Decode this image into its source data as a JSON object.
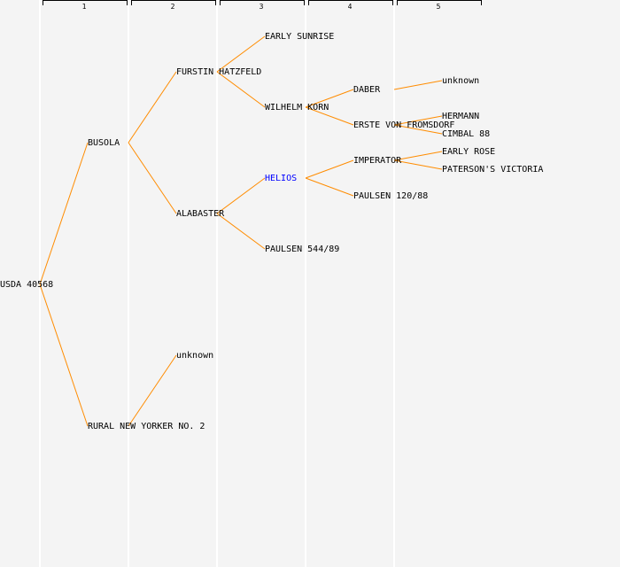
{
  "columns": [
    "1",
    "2",
    "3",
    "4",
    "5"
  ],
  "colors": {
    "line": "#ff8c00",
    "highlight": "#0000ff",
    "text": "#000000"
  },
  "nodes": [
    {
      "id": "n0",
      "label": "USDA 40568",
      "level": 0,
      "row": 322,
      "parent": null
    },
    {
      "id": "n1",
      "label": "BUSOLA",
      "level": 1,
      "row": 162,
      "parent": "n0"
    },
    {
      "id": "n2",
      "label": "RURAL NEW YORKER NO. 2",
      "level": 1,
      "row": 482,
      "parent": "n0"
    },
    {
      "id": "n3",
      "label": "FURSTIN HATZFELD",
      "level": 2,
      "row": 82,
      "parent": "n1"
    },
    {
      "id": "n4",
      "label": "ALABASTER",
      "level": 2,
      "row": 242,
      "parent": "n1"
    },
    {
      "id": "n5",
      "label": "unknown",
      "level": 2,
      "row": 402,
      "parent": "n2"
    },
    {
      "id": "n6",
      "label": "EARLY SUNRISE",
      "level": 3,
      "row": 42,
      "parent": "n3"
    },
    {
      "id": "n7",
      "label": "WILHELM KORN",
      "level": 3,
      "row": 122,
      "parent": "n3"
    },
    {
      "id": "n8",
      "label": "HELIOS",
      "level": 3,
      "row": 202,
      "parent": "n4",
      "highlight": true
    },
    {
      "id": "n9",
      "label": "PAULSEN 544/89",
      "level": 3,
      "row": 282,
      "parent": "n4"
    },
    {
      "id": "n10",
      "label": "DABER",
      "level": 4,
      "row": 102,
      "parent": "n7"
    },
    {
      "id": "n11",
      "label": "ERSTE VON FROMSDORF",
      "level": 4,
      "row": 142,
      "parent": "n7"
    },
    {
      "id": "n12",
      "label": "IMPERATOR",
      "level": 4,
      "row": 182,
      "parent": "n8"
    },
    {
      "id": "n13",
      "label": "PAULSEN 120/88",
      "level": 4,
      "row": 222,
      "parent": "n8"
    },
    {
      "id": "n14",
      "label": "unknown",
      "level": 5,
      "row": 92,
      "parent": "n10"
    },
    {
      "id": "n15",
      "label": "HERMANN",
      "level": 5,
      "row": 132,
      "parent": "n11"
    },
    {
      "id": "n16",
      "label": "CIMBAL 88",
      "level": 5,
      "row": 152,
      "parent": "n11"
    },
    {
      "id": "n17",
      "label": "EARLY ROSE",
      "level": 5,
      "row": 172,
      "parent": "n12"
    },
    {
      "id": "n18",
      "label": "PATERSON'S VICTORIA",
      "level": 5,
      "row": 192,
      "parent": "n12"
    }
  ]
}
